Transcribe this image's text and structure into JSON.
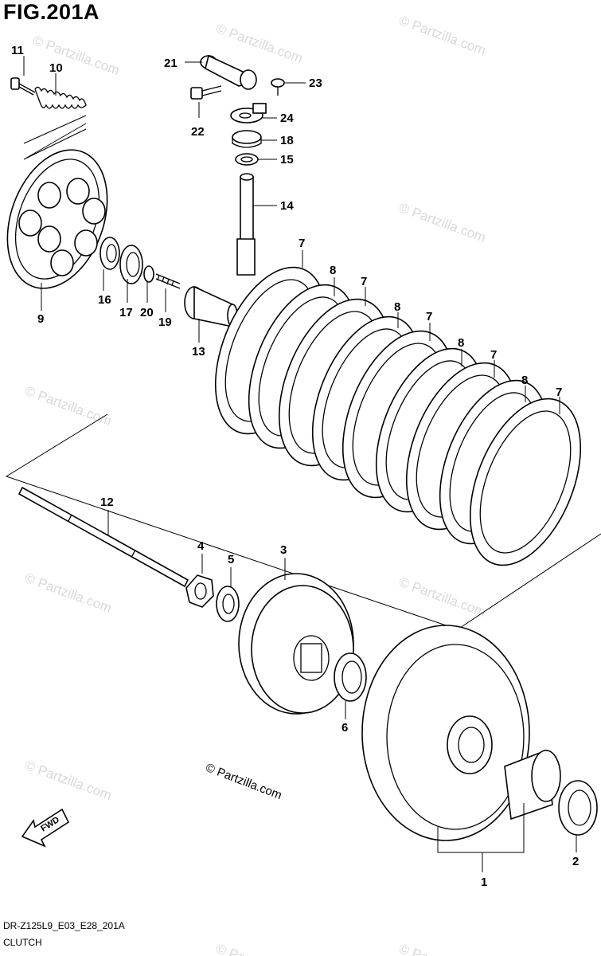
{
  "title": "FIG.201A",
  "footer": {
    "code": "DR-Z125L9_E03_E28_201A",
    "name": "CLUTCH"
  },
  "copyright": "© Partzilla.com",
  "fwd_label": "FWD",
  "watermark": "© Partzilla.com",
  "callouts": {
    "c1": "1",
    "c2": "2",
    "c3": "3",
    "c4": "4",
    "c5": "5",
    "c6": "6",
    "c7a": "7",
    "c7b": "7",
    "c7c": "7",
    "c7d": "7",
    "c7e": "7",
    "c8a": "8",
    "c8b": "8",
    "c8c": "8",
    "c8d": "8",
    "c9": "9",
    "c10": "10",
    "c11": "11",
    "c12": "12",
    "c13": "13",
    "c14": "14",
    "c15": "15",
    "c16": "16",
    "c17": "17",
    "c18": "18",
    "c19": "19",
    "c20": "20",
    "c21": "21",
    "c22": "22",
    "c23": "23",
    "c24": "24"
  }
}
